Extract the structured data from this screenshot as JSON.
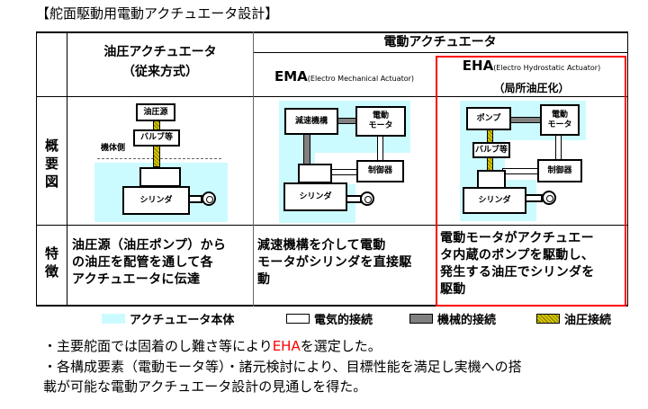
{
  "title": "【舵面駆動用電動アクチュエータ設計】",
  "table": {
    "col_hydraulic": {
      "line1": "油圧アクチュエータ",
      "line2": "（従来方式）"
    },
    "electric_header": "電動アクチュエータ",
    "ema": {
      "abbr": "EMA",
      "full": "(Electro Mechanical Actuator)"
    },
    "eha": {
      "abbr": "EHA",
      "full": "(Electro Hydrostatic Actuator)",
      "sub": "（局所油圧化）"
    },
    "row_overview": "概要図",
    "row_features": "特徴",
    "features": {
      "hydraulic": [
        "油圧源（油圧ポンプ）から",
        "の油圧を配管を通して各",
        "アクチュエータに伝達"
      ],
      "ema": [
        "減速機構を介して電動",
        "モータがシリンダを直接駆",
        "動"
      ],
      "eha": [
        "電動モータがアクチュエー",
        "タ内蔵のポンプを駆動し、",
        "発生する油圧でシリンダを",
        "駆動"
      ]
    }
  },
  "diagram": {
    "hyd_source": "油圧源",
    "valve": "バルブ等",
    "airframe_side": "機体側",
    "cylinder": "シリンダ",
    "reducer": "減速機構",
    "motor": "電動\nモータ",
    "controller": "制御器",
    "pump": "ポンプ"
  },
  "legend": [
    {
      "label": "アクチュエータ本体",
      "color": "#ccfbff"
    },
    {
      "label": "電気的接続",
      "color": "#ffffff"
    },
    {
      "label": "機械的接続",
      "color": "#808080"
    },
    {
      "label": "油圧接続",
      "color": "#d6c800"
    }
  ],
  "highlight_color": "#ff0000",
  "bullets": {
    "b1_pre": "・主要舵面では固着のし難さ等により",
    "b1_em": "EHA",
    "b1_post": "を選定した。",
    "b2_line1": "・各構成要素（電動モータ等）・諸元検討により、目標性能を満足し実機への搭",
    "b2_line2": "載が可能な電動アクチュエータ設計の見通しを得た。"
  }
}
